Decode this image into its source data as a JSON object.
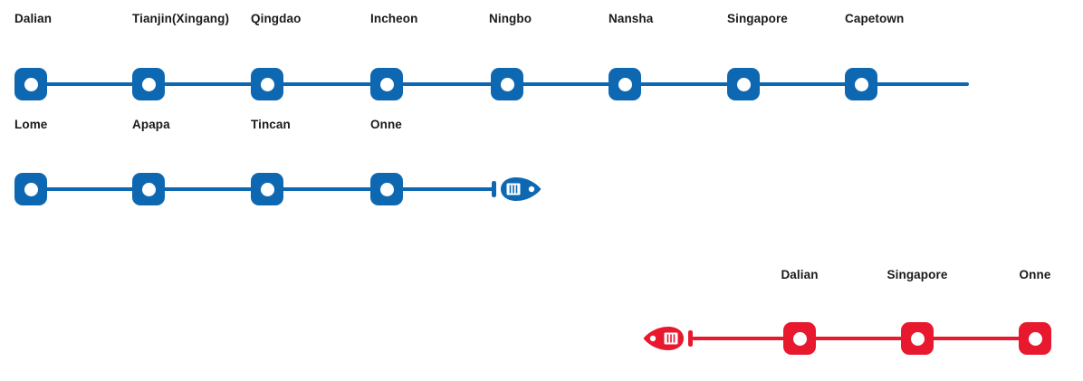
{
  "colors": {
    "route_blue": "#0e68b1",
    "route_red": "#e8182e",
    "stop_dot": "#ffffff",
    "label_text": "#1a1a1a"
  },
  "blue_route": {
    "row1": {
      "labels": [
        "Dalian",
        "Tianjin(Xingang)",
        "Qingdao",
        "Incheon",
        "Ningbo",
        "Nansha",
        "Singapore",
        "Capetown"
      ]
    },
    "row2": {
      "labels": [
        "Lome",
        "Apapa",
        "Tincan",
        "Onne"
      ],
      "vessel_icon": "ship-icon-right"
    }
  },
  "red_route": {
    "labels": [
      "Dalian",
      "Singapore",
      "Onne"
    ],
    "vessel_icon": "ship-icon-left"
  }
}
